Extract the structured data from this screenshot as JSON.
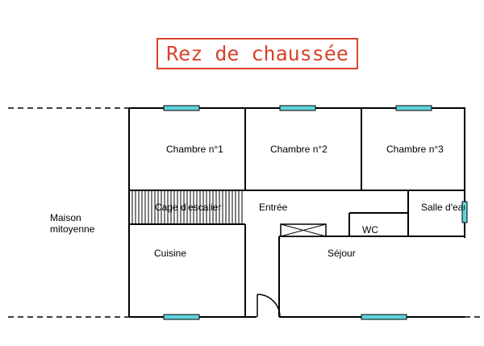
{
  "title": "Rez de chaussée",
  "colors": {
    "title": "#d9432c",
    "window": "#5fd3dd",
    "wall": "#000000"
  },
  "rooms": {
    "chambre1": "Chambre n°1",
    "chambre2": "Chambre n°2",
    "chambre3": "Chambre n°3",
    "escalier": "Cage d'escalier",
    "entree": "Entrée",
    "salle_eau": "Salle d'eau",
    "wc": "WC",
    "cuisine": "Cuisine",
    "sejour": "Séjour"
  },
  "neighbor": {
    "line1": "Maison",
    "line2": "mitoyenne"
  }
}
